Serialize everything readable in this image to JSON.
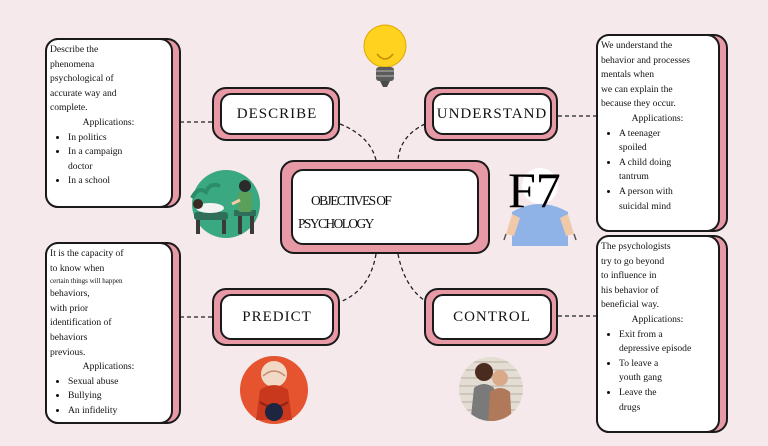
{
  "center": {
    "line1": "OBJECTIVES OF",
    "line2": "PSYCHOLOGY"
  },
  "stamp": "F7",
  "nodes": {
    "describe": "DESCRIBE",
    "understand": "UNDERSTAND",
    "predict": "PREDICT",
    "control": "CONTROL"
  },
  "cards": {
    "describe": {
      "lines": [
        "Describe the",
        "phenomena",
        "psychological of",
        "accurate way and",
        "complete."
      ],
      "apps_label": "Applications:",
      "apps": [
        "In politics",
        "In a campaign",
        "doctor",
        "In a school"
      ]
    },
    "understand": {
      "lines": [
        "We understand the",
        "behavior and processes",
        "mentals when",
        "we can explain the",
        "because they occur."
      ],
      "apps_label": "Applications:",
      "apps": [
        "A teenager",
        "spoiled",
        "A child doing",
        "tantrum",
        "A person with",
        "suicidal mind"
      ]
    },
    "predict": {
      "lines": [
        "It is the capacity of",
        "to know when"
      ],
      "small_line": "certain things will happen",
      "lines2": [
        "behaviors,",
        "with prior",
        "identification of",
        "behaviors",
        "previous."
      ],
      "apps_label": "Applications:",
      "apps": [
        "Sexual abuse",
        "Bullying",
        "An infidelity"
      ]
    },
    "control": {
      "lines": [
        "The psychologists",
        "try to go beyond",
        "to influence in",
        "his behavior of",
        "beneficial way."
      ],
      "apps_label": "Applications:",
      "apps": [
        "Exit from a",
        "depressive episode",
        "To leave a",
        "youth gang",
        "Leave the",
        "drugs"
      ]
    }
  },
  "icons": {
    "bulb": "lightbulb-icon",
    "therapy": "therapy-session-illustration",
    "confused": "confused-person-illustration",
    "sad": "sad-person-illustration",
    "hug": "hugging-people-illustration"
  },
  "colors": {
    "background": "#f6e9ec",
    "accent": "#e79aa6",
    "outline": "#1a1a1a"
  }
}
